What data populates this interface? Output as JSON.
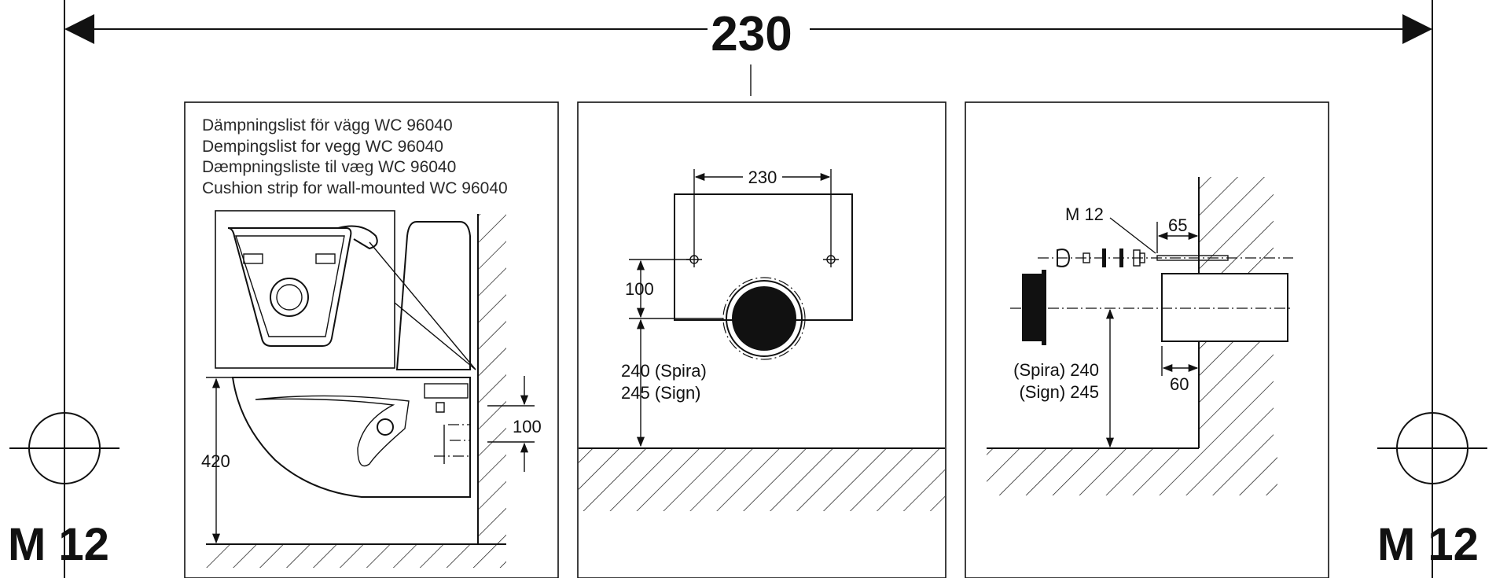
{
  "top_dimension": "230",
  "bolt_label_left": "M 12",
  "bolt_label_right": "M 12",
  "panel1": {
    "captions": [
      "Dämpningslist för vägg WC 96040",
      "Dempingslist for vegg WC 96040",
      "Dæmpningsliste til væg WC 96040",
      "Cushion strip for wall-mounted WC 96040"
    ],
    "height_label": "420",
    "pipe_label": "100"
  },
  "panel2": {
    "width_label": "230",
    "spacing_label": "100",
    "height_label_1": "240 (Spira)",
    "height_label_2": "245 (Sign)"
  },
  "panel3": {
    "bolt_label": "M 12",
    "depth_label": "65",
    "offset_label": "60",
    "height_label_1": "(Spira) 240",
    "height_label_2": "(Sign) 245"
  }
}
